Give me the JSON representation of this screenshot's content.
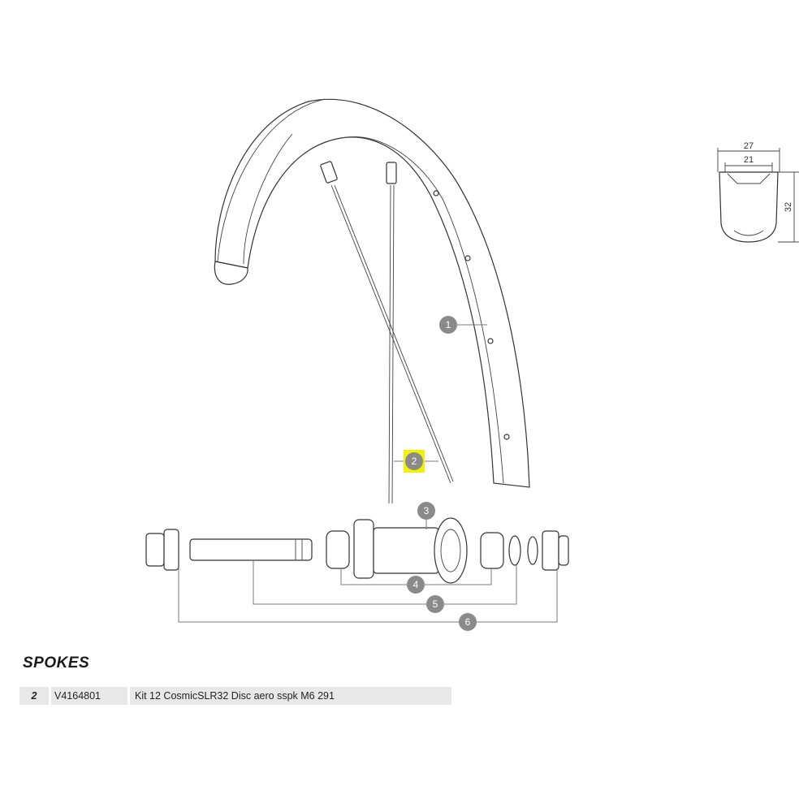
{
  "diagram": {
    "callouts": [
      "1",
      "2",
      "3",
      "4",
      "5",
      "6"
    ],
    "highlighted_callout": "2",
    "highlight_color": "#f2f200",
    "callout_color": "#8a8a8a",
    "profile_dimensions": {
      "outer_width": "27",
      "inner_width": "21",
      "height": "32"
    }
  },
  "section": {
    "title": "SPOKES"
  },
  "parts": [
    {
      "num": "2",
      "ref": "V4164801",
      "desc": "Kit 12 CosmicSLR32 Disc aero sspk M6 291"
    }
  ]
}
